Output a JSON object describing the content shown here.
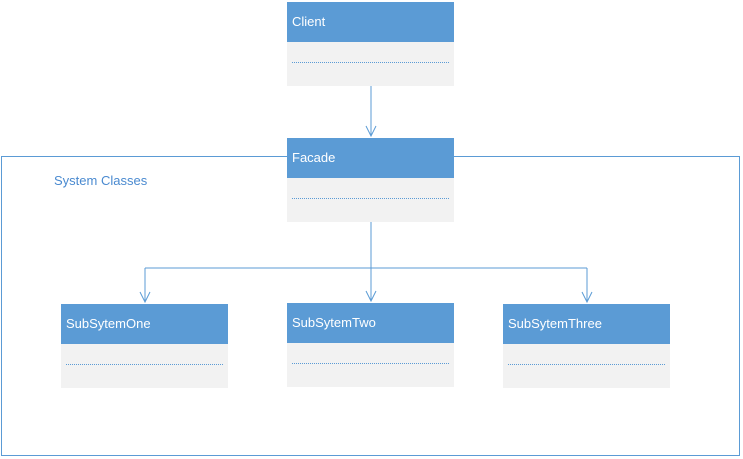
{
  "diagram": {
    "title": "",
    "frame": {
      "label": "System Classes"
    },
    "classes": {
      "client": {
        "name": "Client"
      },
      "facade": {
        "name": "Facade"
      },
      "subsystem_one": {
        "name": "SubSytemOne"
      },
      "subsystem_two": {
        "name": "SubSytemTwo"
      },
      "subsystem_three": {
        "name": "SubSytemThree"
      }
    },
    "edges": [
      {
        "from": "Client",
        "to": "Facade",
        "type": "dependency-arrow"
      },
      {
        "from": "Facade",
        "to": "SubSytemOne",
        "type": "dependency-arrow"
      },
      {
        "from": "Facade",
        "to": "SubSytemTwo",
        "type": "dependency-arrow"
      },
      {
        "from": "Facade",
        "to": "SubSytemThree",
        "type": "dependency-arrow"
      }
    ],
    "colors": {
      "header_fill": "#5b9bd5",
      "body_fill": "#f2f2f2",
      "line": "#5b9bd5",
      "label": "#4a8ad0"
    }
  }
}
